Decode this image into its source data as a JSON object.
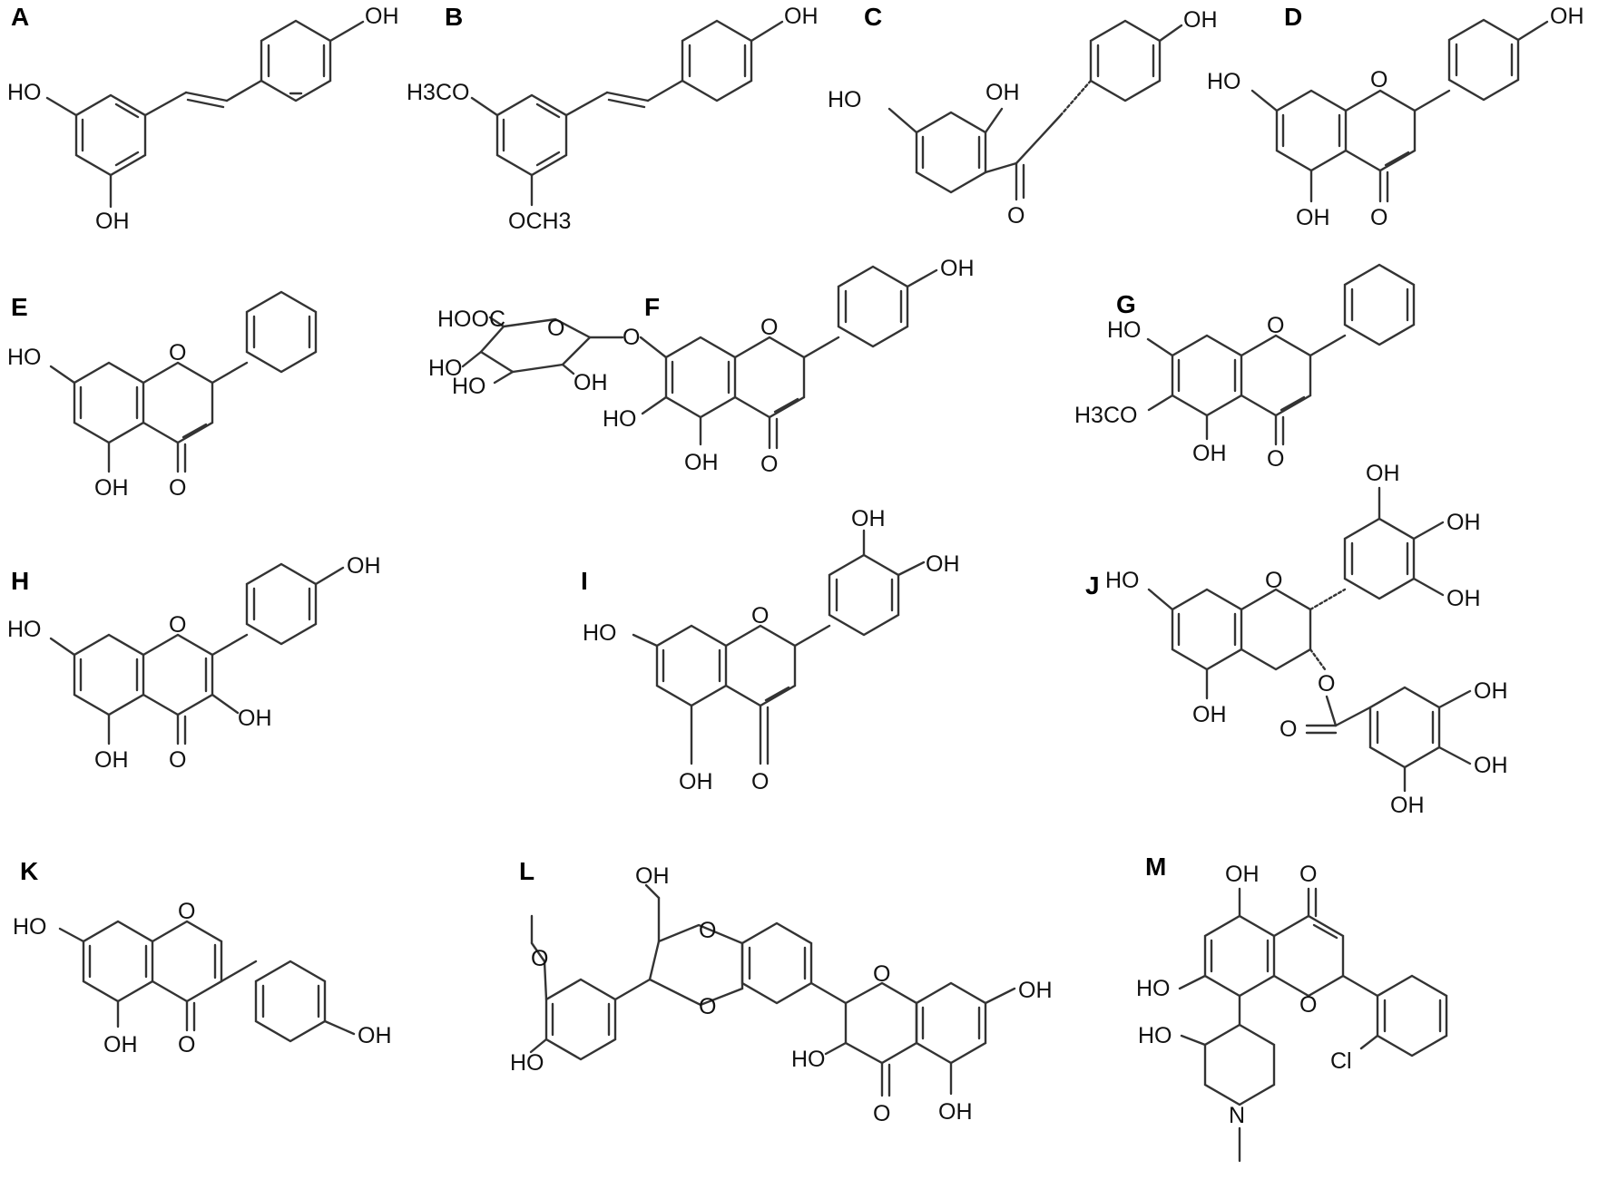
{
  "panels": [
    {
      "letter": "A",
      "labels": [
        "OH",
        "HO",
        "OH"
      ]
    },
    {
      "letter": "B",
      "labels": [
        "OH",
        "H3CO",
        "OCH3"
      ]
    },
    {
      "letter": "C",
      "labels": [
        "OH",
        "HO",
        "OH",
        "O"
      ]
    },
    {
      "letter": "D",
      "labels": [
        "OH",
        "HO",
        "O",
        "OH",
        "O"
      ]
    },
    {
      "letter": "E",
      "labels": [
        "HO",
        "O",
        "OH",
        "O"
      ]
    },
    {
      "letter": "F",
      "labels": [
        "HOOC",
        "O",
        "HO",
        "HO",
        "OH",
        "O",
        "O",
        "OH",
        "HO",
        "OH",
        "O"
      ]
    },
    {
      "letter": "G",
      "labels": [
        "HO",
        "O",
        "H3CO",
        "OH",
        "O"
      ]
    },
    {
      "letter": "H",
      "labels": [
        "OH",
        "HO",
        "O",
        "OH",
        "OH",
        "O"
      ]
    },
    {
      "letter": "I",
      "labels": [
        "OH",
        "OH",
        "HO",
        "O",
        "OH",
        "O"
      ]
    },
    {
      "letter": "J",
      "labels": [
        "OH",
        "OH",
        "HO",
        "O",
        "OH",
        "OH",
        "O",
        "O",
        "OH",
        "OH",
        "OH"
      ]
    },
    {
      "letter": "K",
      "labels": [
        "HO",
        "O",
        "OH",
        "O",
        "OH"
      ]
    },
    {
      "letter": "L",
      "labels": [
        "OH",
        "O",
        "O",
        "O",
        "O",
        "OH",
        "HO",
        "HO",
        "O",
        "OH"
      ]
    },
    {
      "letter": "M",
      "labels": [
        "OH",
        "O",
        "HO",
        "O",
        "HO",
        "Cl",
        "N"
      ]
    }
  ]
}
